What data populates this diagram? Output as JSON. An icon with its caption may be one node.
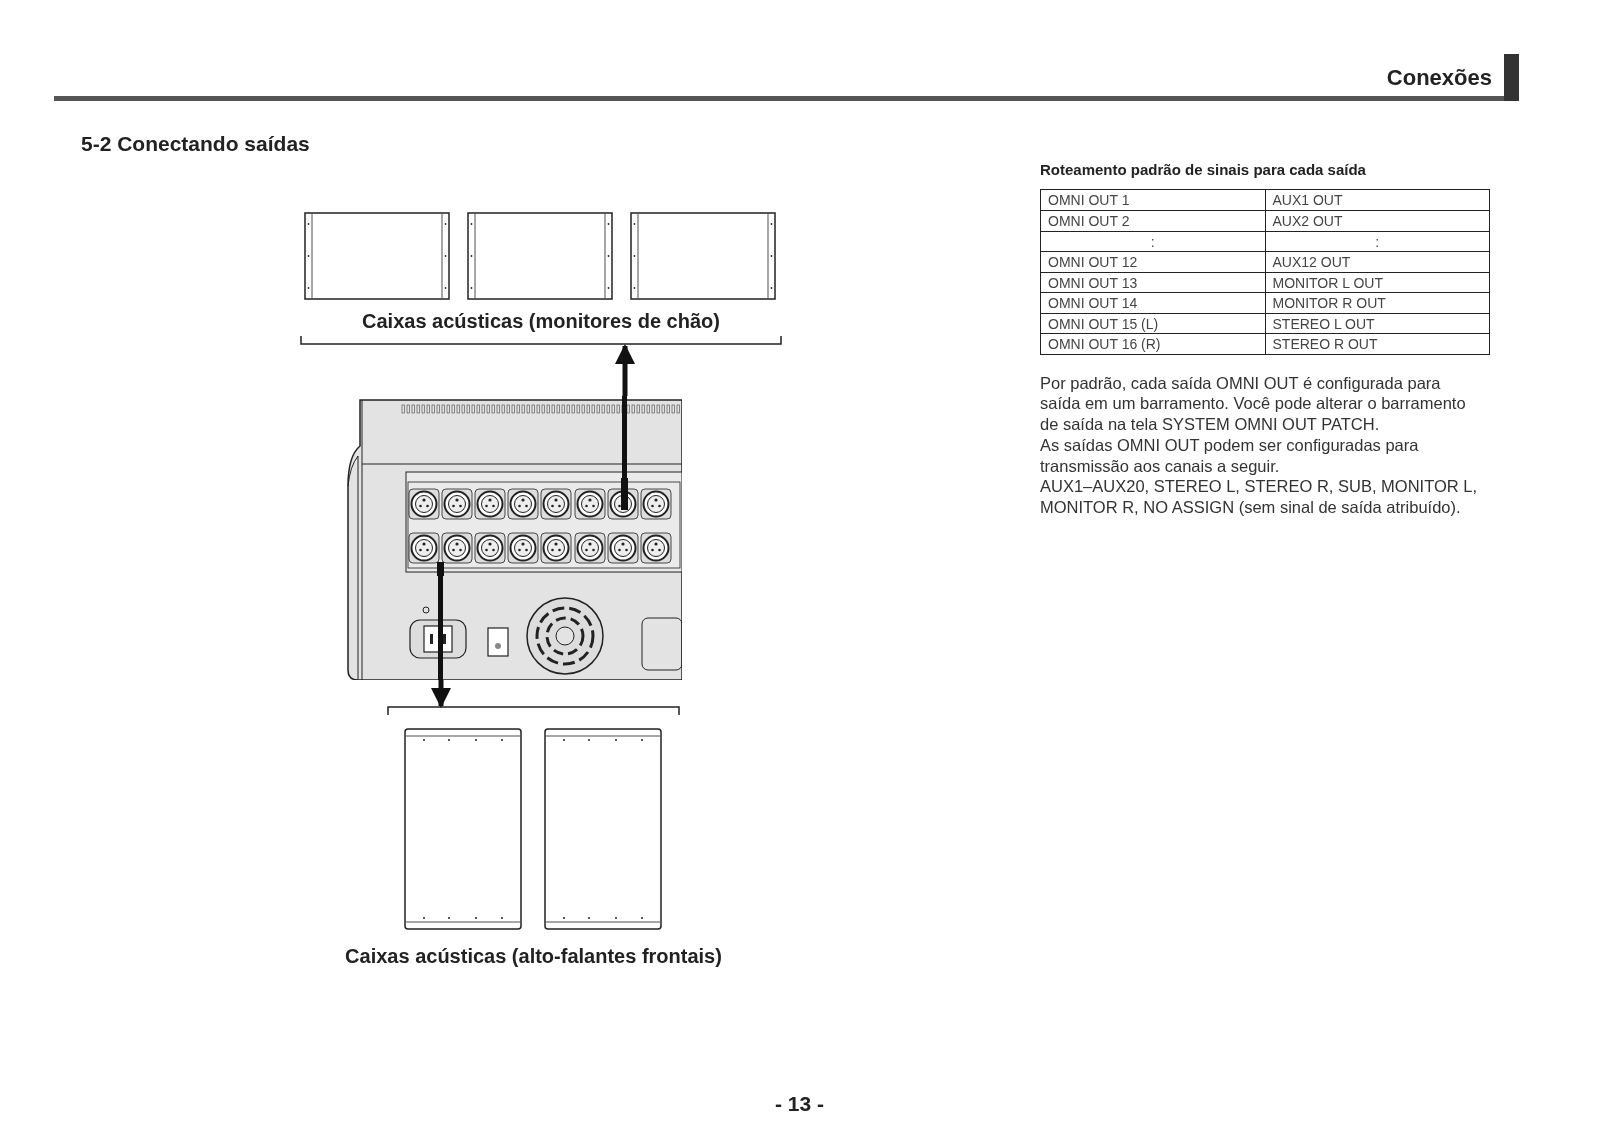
{
  "diagram": {
    "title": "5-2 Conectando saídas",
    "nodes": [
      {
        "text": [
          "Caixas acústicas (monitores de chão)"
        ]
      },
      {
        "text": [],
        "shape": "picture",
        "in": 0
      },
      {
        "text": [],
        "shape": "picture",
        "in": 0
      },
      {
        "text": [],
        "shape": "picture",
        "in": 0
      },
      {
        "text": [],
        "shape": "picture"
      },
      {
        "text": [
          "Caixas acústicas (alto-falantes frontais)"
        ]
      },
      {
        "text": [],
        "shape": "picture",
        "in": 5
      },
      {
        "text": [],
        "shape": "picture",
        "in": 5
      }
    ],
    "edges": [
      {
        "from": 4,
        "to": 0,
        "arrow": "to"
      },
      {
        "from": 4,
        "to": 5,
        "arrow": "to"
      }
    ],
    "labels": [
      "Conexões",
      "Roteamento padrão de sinais para cada saída",
      "OMNI OUT 1",
      "AUX1 OUT",
      "OMNI OUT 2",
      "AUX2 OUT",
      ":",
      ":",
      "OMNI OUT 12",
      "AUX12 OUT",
      "OMNI OUT 13",
      "MONITOR L OUT",
      "OMNI OUT 14",
      "MONITOR R OUT",
      "OMNI OUT 15 (L)",
      "STEREO L OUT",
      "OMNI OUT 16 (R)",
      "STEREO R OUT",
      "Por padrão, cada saída OMNI OUT é configurada para saída em um barramento. Você pode alterar o barramento de saída na tela SYSTEM OMNI OUT PATCH.",
      "As saídas OMNI OUT podem ser configuradas para transmissão aos canais a seguir.",
      "AUX1–AUX20, STEREO L, STEREO R, SUB, MONITOR L, MONITOR R, NO ASSIGN (sem sinal de saída atribuído).",
      "- 13 -"
    ]
  }
}
